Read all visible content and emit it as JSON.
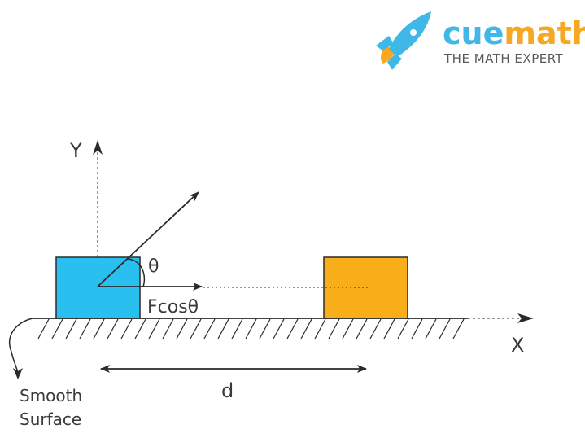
{
  "brand": {
    "name_part1": "cue",
    "name_part2": "math",
    "tagline": "THE MATH EXPERT",
    "color_part1": "#3fb8e8",
    "color_part2": "#f7a823"
  },
  "diagram": {
    "y_axis_label": "Y",
    "x_axis_label": "X",
    "angle_label": "θ",
    "component_label": "Fcosθ",
    "distance_label": "d",
    "surface_label_line1": "Smooth",
    "surface_label_line2": "Surface",
    "colors": {
      "block_start": "#29c0f0",
      "block_end": "#f8ae18",
      "stroke": "#2a2a2a"
    }
  }
}
